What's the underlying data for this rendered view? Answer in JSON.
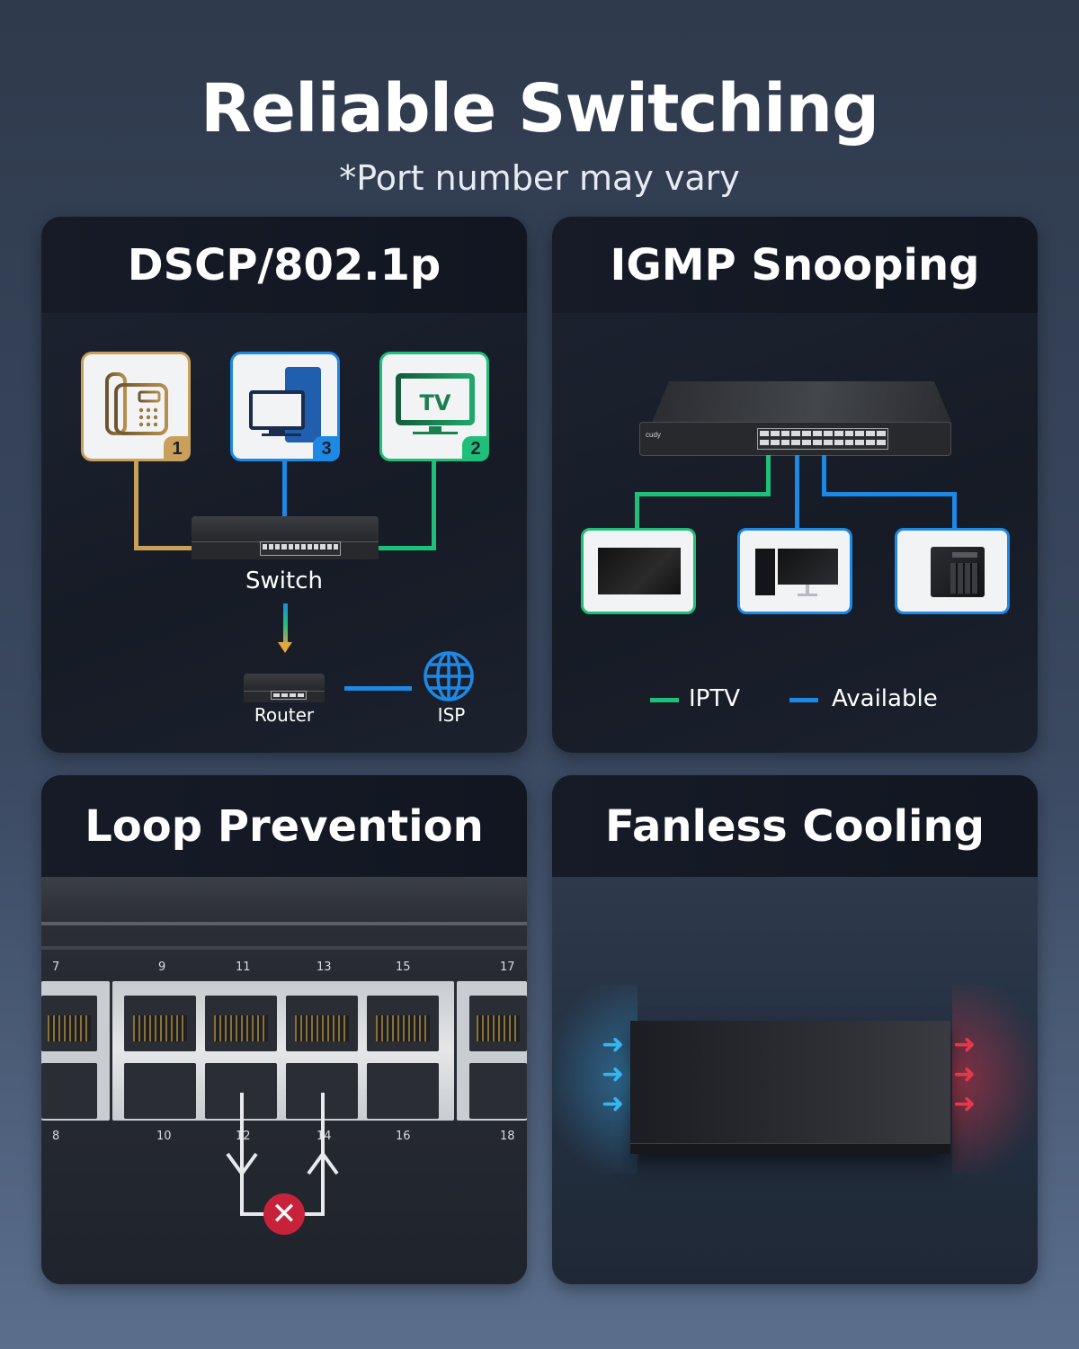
{
  "header": {
    "title": "Reliable Switching",
    "subtitle": "*Port number may vary"
  },
  "colors": {
    "gold": "#c9a05a",
    "blue": "#1e88e5",
    "green": "#1fbf7a",
    "red": "#c8223a",
    "card_bg": "#161b26"
  },
  "cards": {
    "dscp": {
      "title": "DSCP/802.1p",
      "devices": [
        {
          "icon": "phone-icon",
          "priority": "1",
          "color": "#c9a05a"
        },
        {
          "icon": "computer-icon",
          "priority": "3",
          "color": "#1e88e5"
        },
        {
          "icon": "tv-icon",
          "priority": "2",
          "color": "#1fbf7a",
          "screen_text": "TV"
        }
      ],
      "switch_label": "Switch",
      "router_label": "Router",
      "isp_label": "ISP"
    },
    "igmp": {
      "title": "IGMP Snooping",
      "switch_brand": "cudy",
      "outputs": [
        {
          "icon": "tv-icon",
          "color": "#1fbf7a"
        },
        {
          "icon": "desktop-pc-icon",
          "color": "#1e88e5"
        },
        {
          "icon": "nas-icon",
          "color": "#1e88e5"
        }
      ],
      "legend": [
        {
          "label": "IPTV",
          "color": "#1fbf7a"
        },
        {
          "label": "Available",
          "color": "#1e88e5"
        }
      ]
    },
    "loop": {
      "title": "Loop Prevention",
      "top_ports": [
        "7",
        "9",
        "11",
        "13",
        "15",
        "17"
      ],
      "bottom_ports": [
        "8",
        "10",
        "12",
        "14",
        "16",
        "18"
      ]
    },
    "fanless": {
      "title": "Fanless Cooling"
    }
  }
}
